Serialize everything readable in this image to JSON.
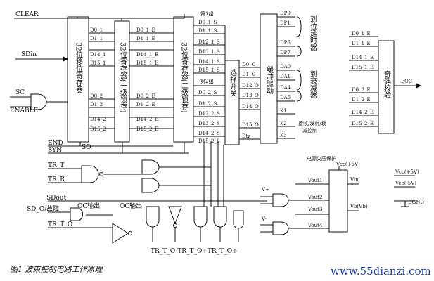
{
  "signals": {
    "clear": "CLEAR",
    "sdin": "SDin",
    "sc": "SC",
    "enable": "ENABLE",
    "end": "END",
    "syn": "SYN",
    "so": "SO",
    "tr_t": "TR_T",
    "tr_r": "TR_R",
    "sdout": "SDout",
    "sd_o": "SD_O/故障",
    "tr_t_o": "TR_T_O",
    "oc_out1": "OC输出",
    "oc_out2": "OC输出",
    "bottom_outputs": "TR_T_O-TR_T_O+TR_T_O+",
    "v_plus": "V+",
    "v_minus": "V-",
    "k1": "K1",
    "k2": "K2",
    "k3": "K3",
    "recv_ctrl_1": "接收/发射/衰",
    "recv_ctrl_2": "减控制",
    "eoc": "EOC",
    "dgnd": "DGND",
    "power_protect": "电源欠压保护",
    "vcc5v": "Vcc(+5V)",
    "vcc5v_r": "Vcc(+5V)",
    "vee5v": "Vee(-5V)"
  },
  "blocks": {
    "shift_reg": "32位移位寄存器",
    "reg1": "32位寄存器(一级锁存)",
    "reg2": "32位寄存器(二级锁存)",
    "select": "选择开关",
    "buffer": "缓冲驱动",
    "parity": "奇偶校验",
    "to_delay": "到位延时器",
    "to_atten": "到衰减器"
  },
  "group_labels": {
    "g1": "第1组",
    "g2": "第2组"
  },
  "shift_pins_top": [
    "D0_1",
    "D1_1",
    "D14_1",
    "D15_1"
  ],
  "shift_pins_bot": [
    "D0_2",
    "D1_2",
    "D14_2",
    "D15_2"
  ],
  "reg1_pins_top": [
    "D0_1_E",
    "D1_1_E",
    "D14_1_E",
    "D15_1_E"
  ],
  "reg1_pins_bot": [
    "D0_2_E",
    "D1_2_E",
    "D14_2_E",
    "D15_2_E"
  ],
  "reg2_pins_top": [
    "D0_1_S",
    "D1_1_S",
    "D12_1_S",
    "D13_1_S",
    "D14_1_S",
    "D15_1_S"
  ],
  "reg2_pins_bot": [
    "D0_2_S",
    "D1_2_S",
    "D12_2_S",
    "D13_2_S",
    "D14_2_S",
    "D15_2_S"
  ],
  "select_pins": [
    "D0_O",
    "D1_O",
    "D12_O",
    "D13_O",
    "D14_O",
    "D15_O",
    "Dtz"
  ],
  "dp_pins": [
    "DP0",
    "DP1",
    "DP6",
    "DP7"
  ],
  "da_pins": [
    "DA0",
    "DA1",
    "DA4",
    "DA5"
  ],
  "parity_pins": [
    "D0_1_E",
    "D1_1_E",
    "D14_1_E",
    "D15_1_E",
    "D0_2_E",
    "D1_2_E",
    "D14_2_E",
    "D15_2_E"
  ],
  "power_labels": [
    "Vout1",
    "Vout2",
    "Vout3",
    "Vout4",
    "Vin",
    "Vb(Vb)",
    "Vcc(+5V)"
  ],
  "caption": "图1 波束控制电路工作原理",
  "watermark": "www.55dianzi.com"
}
